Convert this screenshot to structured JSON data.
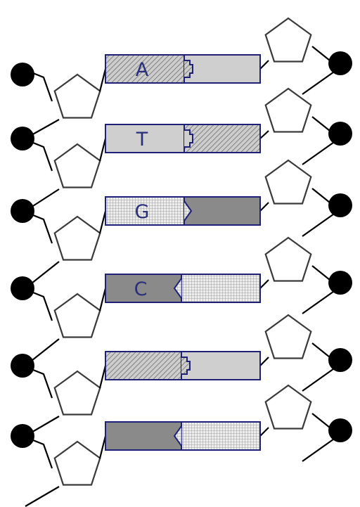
{
  "diagram": {
    "strands": [
      "left",
      "right"
    ],
    "phosphate_color": "#000000",
    "sugar_stroke": "#3a3a3a",
    "base_outline": "#1e2175",
    "label_color": "#2a2f7a",
    "base_pairs": [
      {
        "left": {
          "label": "A",
          "pattern": "hatch",
          "fill": "#c8c8c8"
        },
        "right": {
          "label": "",
          "pattern": "solid",
          "fill": "#cfcfcf"
        },
        "joint": "notch"
      },
      {
        "left": {
          "label": "T",
          "pattern": "solid",
          "fill": "#cfcfcf"
        },
        "right": {
          "label": "",
          "pattern": "hatch",
          "fill": "#c8c8c8"
        },
        "joint": "notch"
      },
      {
        "left": {
          "label": "G",
          "pattern": "grid",
          "fill": "#e2e2e2"
        },
        "right": {
          "label": "",
          "pattern": "solid",
          "fill": "#8a8a8a"
        },
        "joint": "chevron-right"
      },
      {
        "left": {
          "label": "C",
          "pattern": "solid",
          "fill": "#8a8a8a"
        },
        "right": {
          "label": "",
          "pattern": "grid",
          "fill": "#e2e2e2"
        },
        "joint": "chevron-left"
      },
      {
        "left": {
          "label": "",
          "pattern": "hatch",
          "fill": "#c8c8c8"
        },
        "right": {
          "label": "",
          "pattern": "solid",
          "fill": "#cfcfcf"
        },
        "joint": "notch"
      },
      {
        "left": {
          "label": "",
          "pattern": "solid",
          "fill": "#8a8a8a"
        },
        "right": {
          "label": "",
          "pattern": "grid",
          "fill": "#e2e2e2"
        },
        "joint": "chevron-left"
      }
    ]
  }
}
